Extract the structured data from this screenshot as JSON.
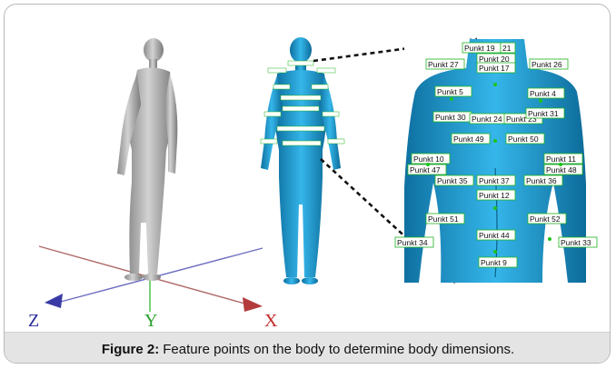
{
  "figure": {
    "axes": {
      "z": "Z",
      "y": "Y",
      "x": "X"
    },
    "labels": [
      "Punkt 19",
      "21",
      "Punkt 20",
      "Punkt 17",
      "Punkt 27",
      "Punkt 26",
      "Punkt 5",
      "Punkt 4",
      "Punkt 30",
      "Punkt 24",
      "Punkt 23",
      "Punkt 31",
      "Punkt 49",
      "Punkt 50",
      "Punkt 10",
      "Punkt 11",
      "Punkt 47",
      "Punkt 48",
      "Punkt 35",
      "Punkt 37",
      "Punkt 36",
      "Punkt 12",
      "Punkt 51",
      "Punkt 52",
      "Punkt 34",
      "Punkt 44",
      "Punkt 33",
      "Punkt 9"
    ]
  },
  "caption": {
    "label": "Figure 2:",
    "text": "Feature points on the body to determine body dimensions."
  },
  "colors": {
    "body": "#1e9fd6",
    "mannequin": "#a9a9a9",
    "label_border": "#21b321"
  }
}
